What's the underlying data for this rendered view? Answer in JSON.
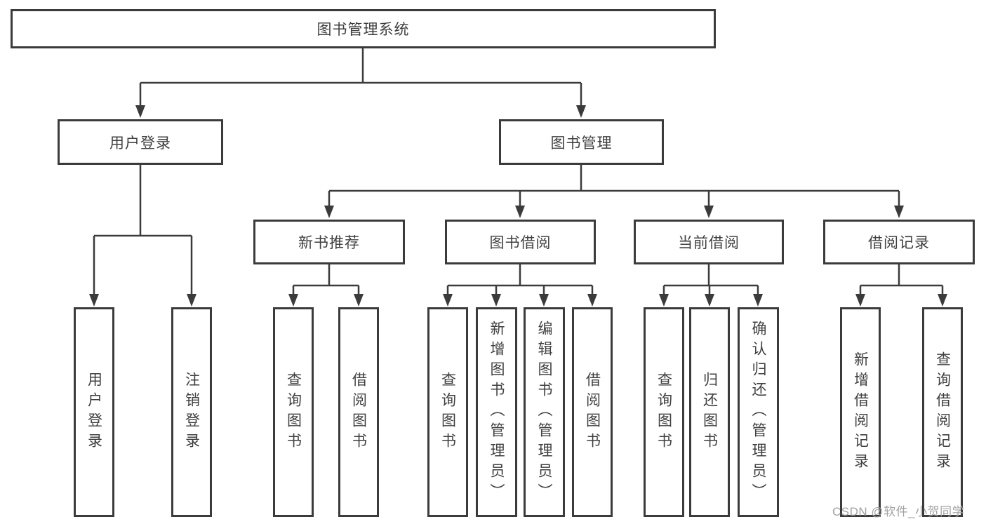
{
  "diagram": {
    "type": "function-structure-tree",
    "colors": {
      "line": "#3b3b3b",
      "box_border": "#3b3b3b",
      "text": "#3f3f3f",
      "background": "#ffffff",
      "watermark_text": "#a2a2a6"
    },
    "tree": {
      "root": {
        "label": "图书管理系统"
      },
      "children": [
        {
          "label": "用户登录",
          "children": [
            {
              "label": "用户登录"
            },
            {
              "label": "注销登录"
            }
          ]
        },
        {
          "label": "图书管理",
          "children": [
            {
              "label": "新书推荐",
              "children": [
                {
                  "label": "查询图书"
                },
                {
                  "label": "借阅图书"
                }
              ]
            },
            {
              "label": "图书借阅",
              "children": [
                {
                  "label": "查询图书"
                },
                {
                  "label": "新增图书（管理员）"
                },
                {
                  "label": "编辑图书（管理员）"
                },
                {
                  "label": "借阅图书"
                }
              ]
            },
            {
              "label": "当前借阅",
              "children": [
                {
                  "label": "查询图书"
                },
                {
                  "label": "归还图书"
                },
                {
                  "label": "确认归还（管理员）"
                }
              ]
            },
            {
              "label": "借阅记录",
              "children": [
                {
                  "label": "新增借阅记录"
                },
                {
                  "label": "查询借阅记录"
                }
              ]
            }
          ]
        }
      ]
    }
  },
  "watermark": {
    "text": "CSDN @软件_小贺同学"
  }
}
